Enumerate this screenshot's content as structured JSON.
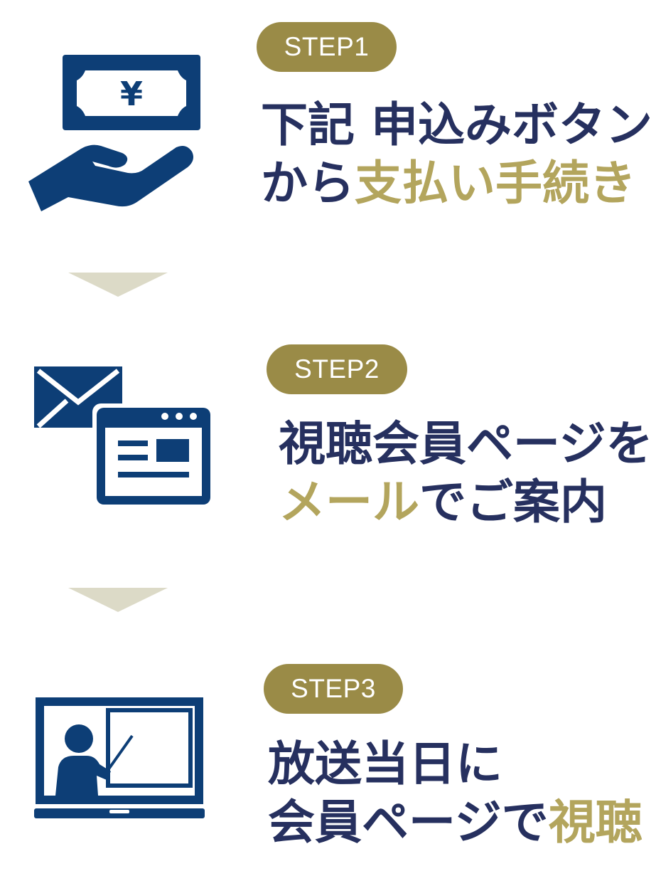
{
  "colors": {
    "navy_icon": "#0d3e76",
    "navy_text": "#26305f",
    "badge_gold": "#9a8b47",
    "highlight_gold": "#b3a55d",
    "arrow_beige": "#dcdac7"
  },
  "steps": [
    {
      "badge": "STEP1",
      "icon": "yen-bill-hand-icon",
      "yen_symbol": "¥",
      "line1": "下記 申込みボタン",
      "line2_plain": "から",
      "line2_highlight": "支払い手続き"
    },
    {
      "badge": "STEP2",
      "icon": "email-browser-icon",
      "line1": "視聴会員ページを",
      "line2_highlight": "メール",
      "line2_plain": "でご案内"
    },
    {
      "badge": "STEP3",
      "icon": "online-lecture-icon",
      "line1": "放送当日に",
      "line2_plain": "会員ページで",
      "line2_highlight": "視聴"
    }
  ]
}
